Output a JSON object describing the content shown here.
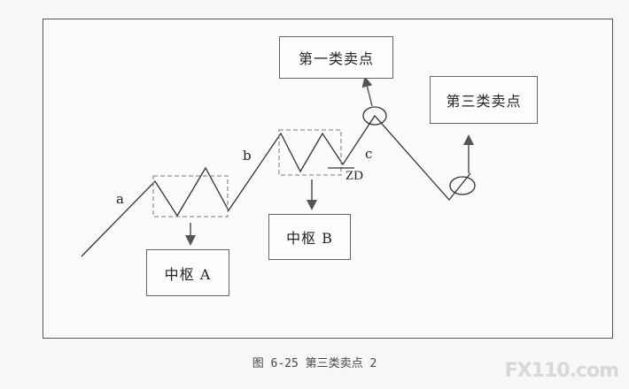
{
  "diagram": {
    "boxes": {
      "sell1": "第一类卖点",
      "sell3": "第三类卖点",
      "center_a": "中枢 A",
      "center_b": "中枢 B"
    },
    "segment_labels": {
      "a": "a",
      "b": "b",
      "c": "c"
    },
    "zd_label": "ZD"
  },
  "caption": "图 6-25   第三类卖点 2",
  "watermark": "FX110.com",
  "colors": {
    "line": "#333333",
    "dashed": "#777777",
    "frame": "#555555"
  }
}
